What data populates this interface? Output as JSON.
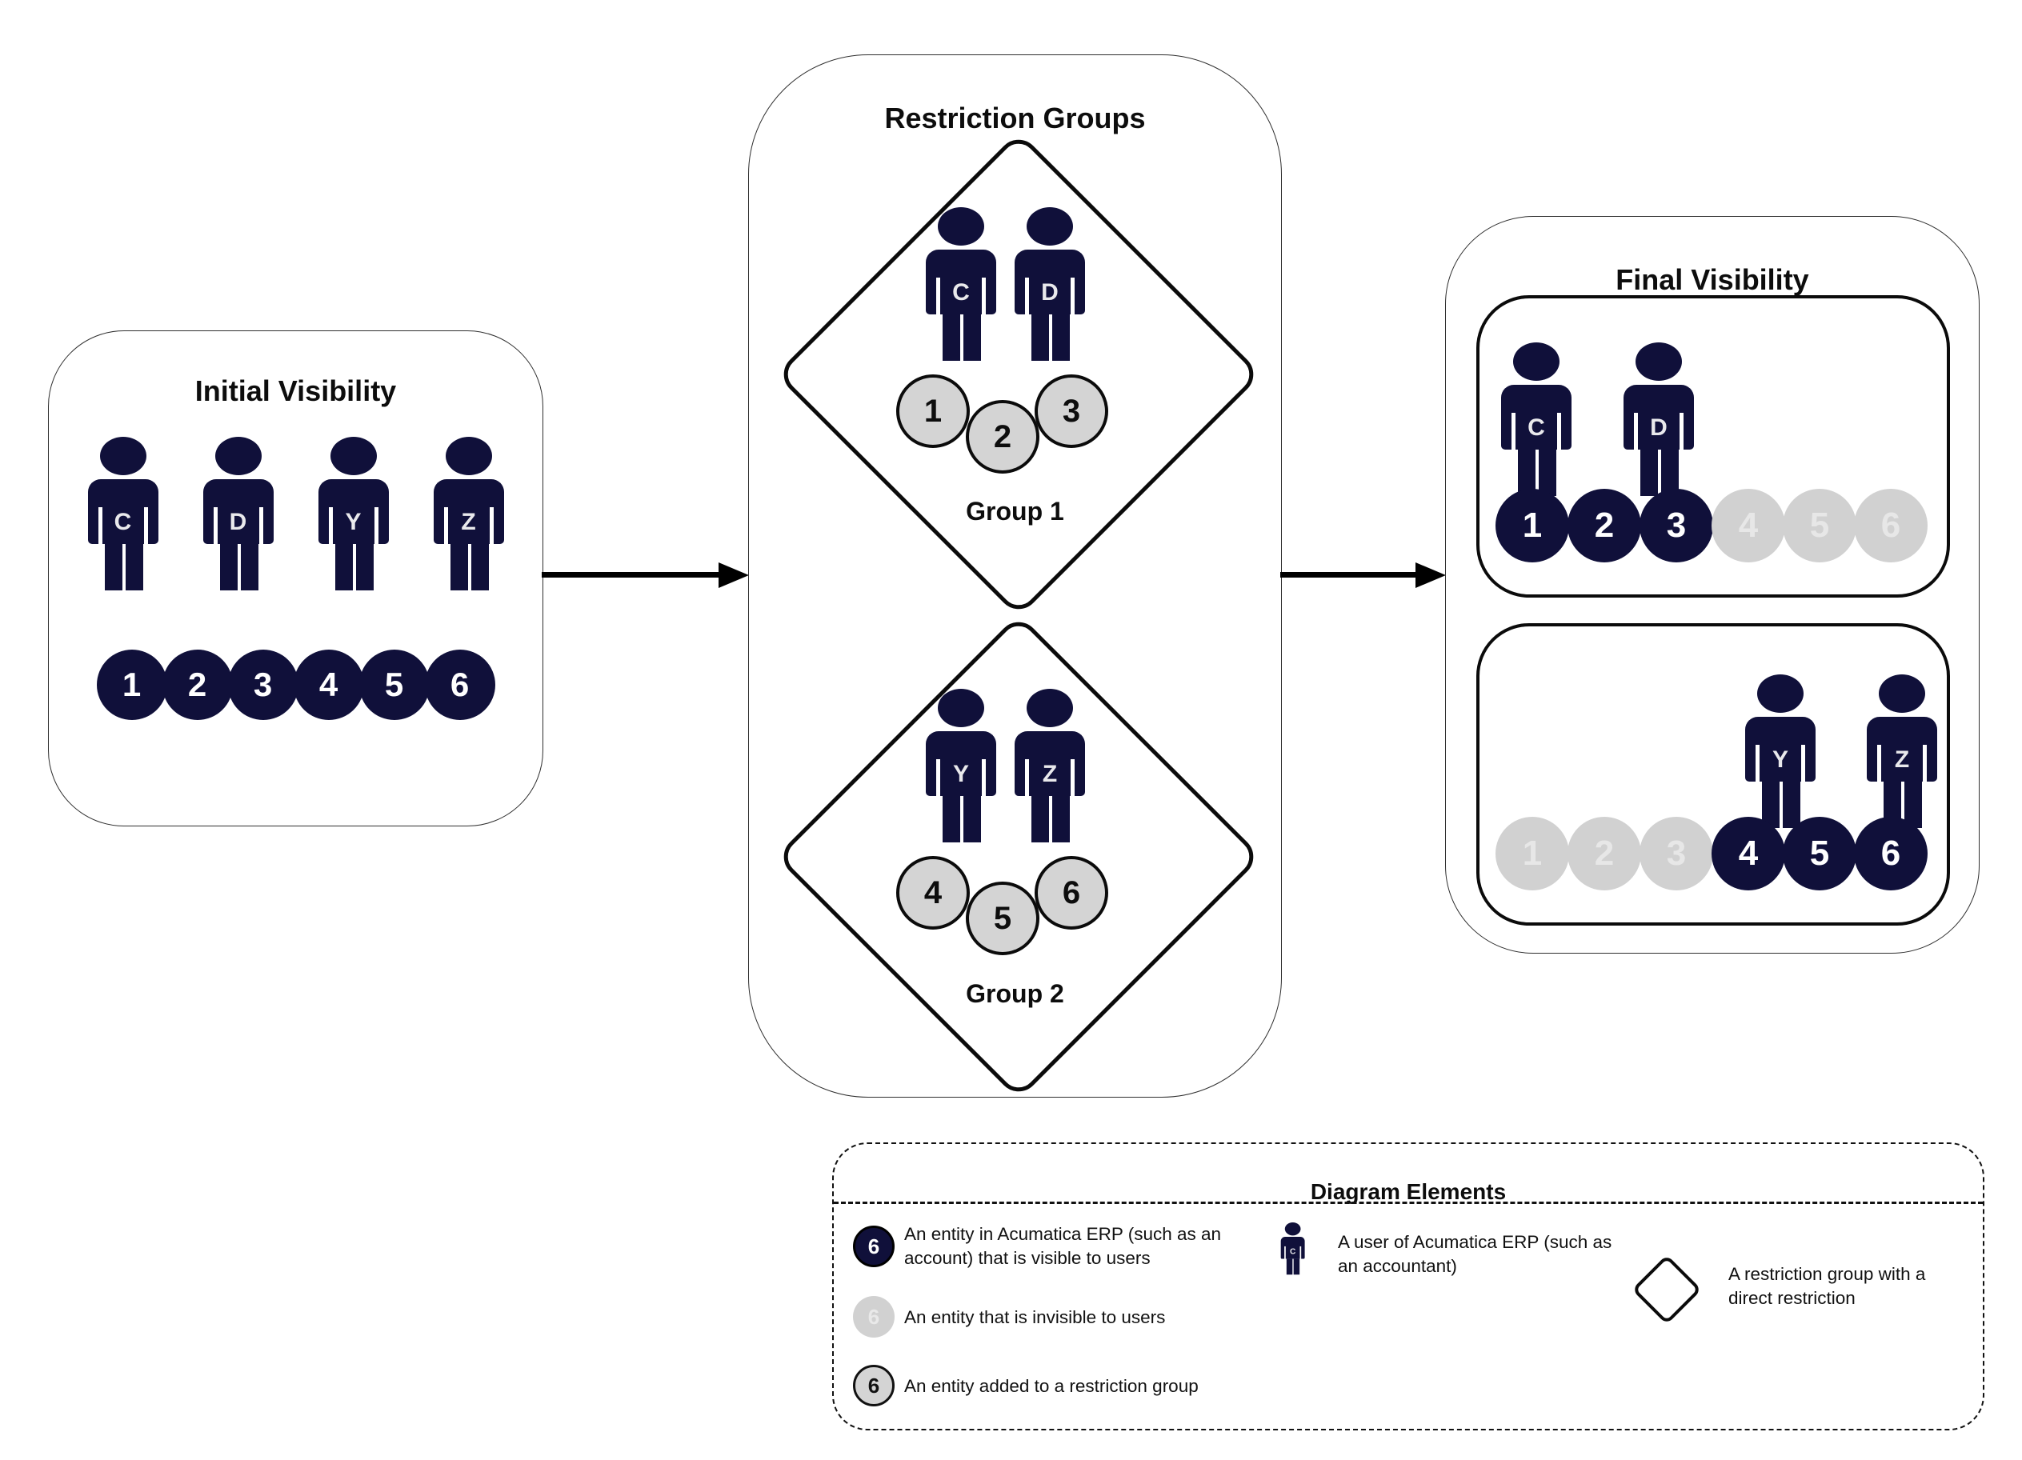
{
  "colors": {
    "entity_visible": "#10103A",
    "entity_invisible_fill": "#D1D1D1",
    "entity_invisible_text": "#E7E7E7",
    "entity_added_fill": "#D4D4D4",
    "user_figure": "#10103A",
    "outline": "#0B0B0B"
  },
  "initial_visibility": {
    "title": "Initial Visibility",
    "users": [
      "C",
      "D",
      "Y",
      "Z"
    ],
    "entities": [
      "1",
      "2",
      "3",
      "4",
      "5",
      "6"
    ],
    "entities_state": "visible"
  },
  "restriction_groups": {
    "title": "Restriction Groups",
    "groups": [
      {
        "label": "Group 1",
        "users": [
          "C",
          "D"
        ],
        "entities": [
          "1",
          "2",
          "3"
        ]
      },
      {
        "label": "Group 2",
        "users": [
          "Y",
          "Z"
        ],
        "entities": [
          "4",
          "5",
          "6"
        ]
      }
    ]
  },
  "final_visibility": {
    "title": "Final Visibility",
    "panels": [
      {
        "users": [
          "C",
          "D"
        ],
        "entities": [
          {
            "n": "1",
            "visible": true
          },
          {
            "n": "2",
            "visible": true
          },
          {
            "n": "3",
            "visible": true
          },
          {
            "n": "4",
            "visible": false
          },
          {
            "n": "5",
            "visible": false
          },
          {
            "n": "6",
            "visible": false
          }
        ]
      },
      {
        "users": [
          "Y",
          "Z"
        ],
        "entities": [
          {
            "n": "1",
            "visible": false
          },
          {
            "n": "2",
            "visible": false
          },
          {
            "n": "3",
            "visible": false
          },
          {
            "n": "4",
            "visible": true
          },
          {
            "n": "5",
            "visible": true
          },
          {
            "n": "6",
            "visible": true
          }
        ]
      }
    ]
  },
  "legend": {
    "title": "Diagram Elements",
    "items": [
      {
        "icon": "entity-visible-badge",
        "badge": "6",
        "label": "An entity in Acumatica ERP (such as an account) that is visible to users"
      },
      {
        "icon": "entity-invisible-badge",
        "badge": "6",
        "label": "An entity that is invisible to users"
      },
      {
        "icon": "entity-added-badge",
        "badge": "6",
        "label": "An entity added to a restriction group"
      },
      {
        "icon": "user-figure",
        "badge": "C",
        "label": "A user of Acumatica ERP (such as an accountant)"
      },
      {
        "icon": "restriction-group-diamond",
        "label": "A restriction group with a direct restriction"
      }
    ]
  }
}
